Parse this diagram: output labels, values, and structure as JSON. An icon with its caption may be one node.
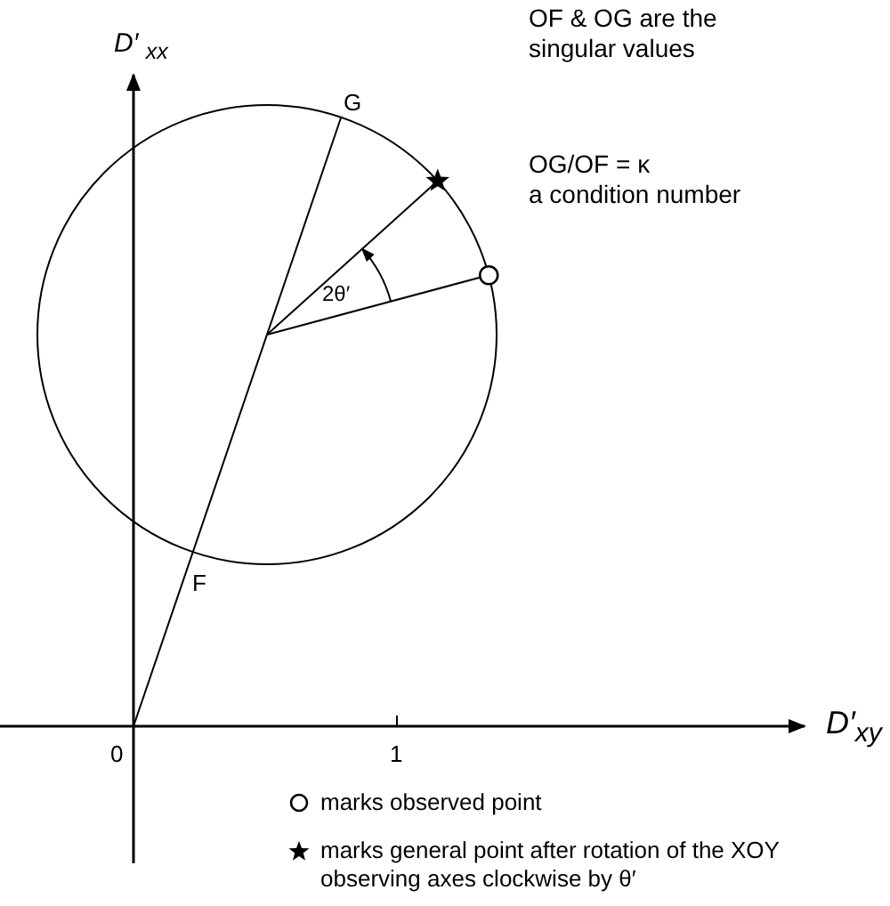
{
  "diagram": {
    "labels": [
      "OF & OG are the singular values",
      "D′ $_{xx}$",
      "G",
      "OG/OF = κ",
      "a condition number",
      "2θ′",
      "F",
      "0",
      "1",
      "D′$_{xy}$"
    ],
    "legend": [
      {
        "text": "marks observed point"
      },
      {
        "text": "marks general point after rotation of the XOY observing axes clockwise by θ′"
      }
    ]
  }
}
